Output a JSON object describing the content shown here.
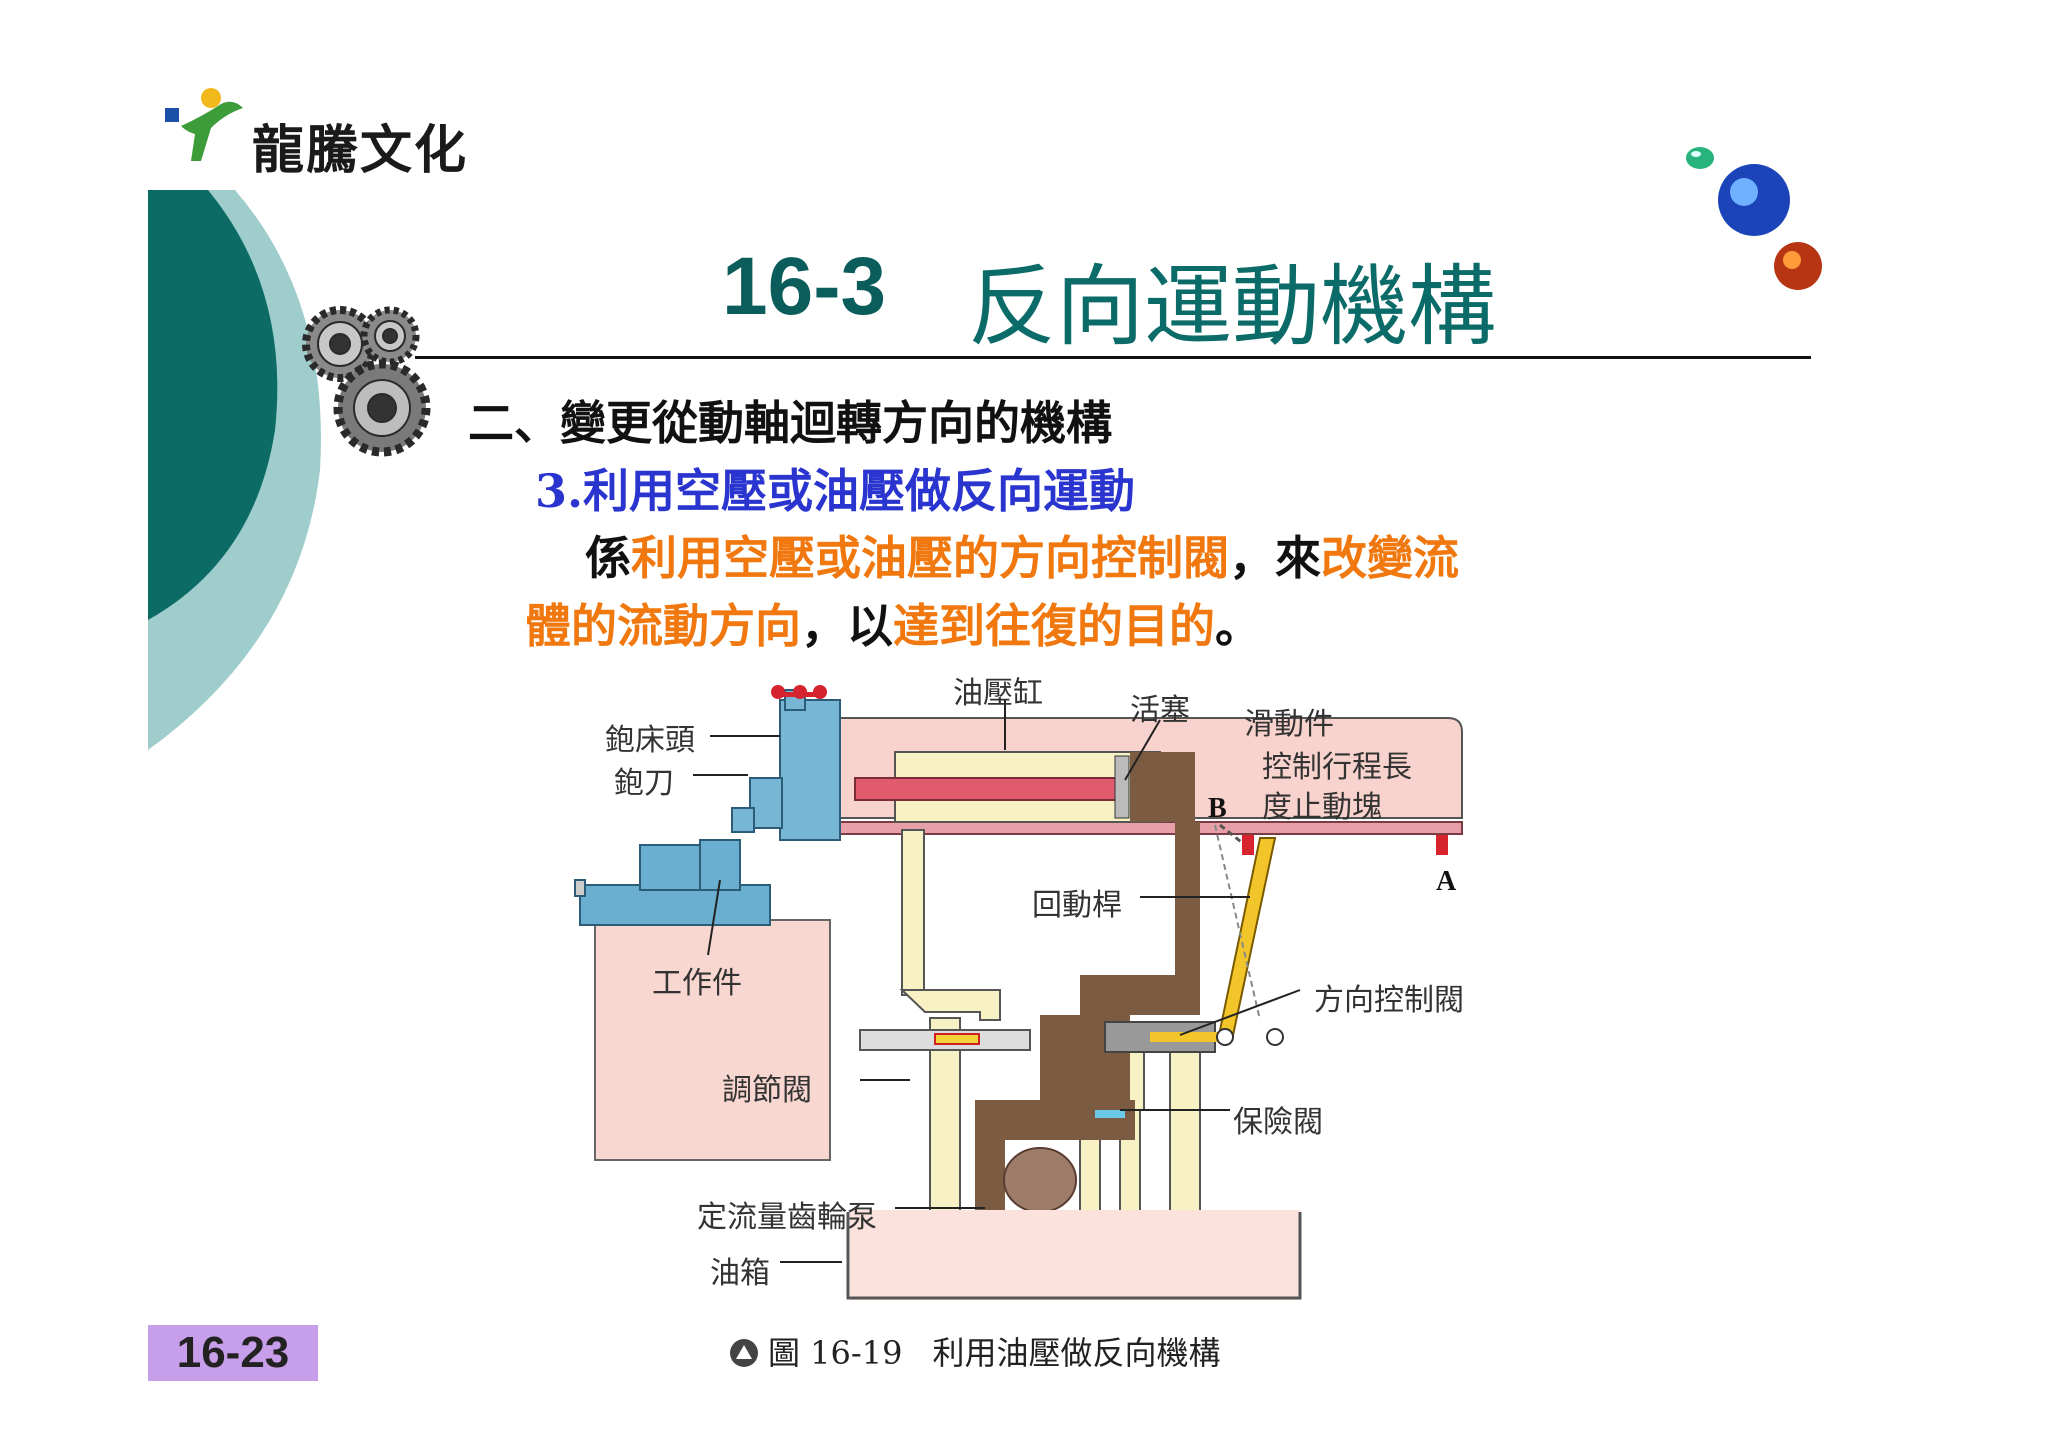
{
  "logo": {
    "text": "龍騰文化"
  },
  "title": {
    "number": "16-3",
    "text": "反向運動機構"
  },
  "body": {
    "line1": "二、變更從動軸迴轉方向的機構",
    "line2": "3.利用空壓或油壓做反向運動",
    "line3": [
      {
        "text": "係",
        "style": "k"
      },
      {
        "text": "利用空壓或油壓的方向控制閥",
        "style": "o"
      },
      {
        "text": "，來",
        "style": "k"
      },
      {
        "text": "改變流",
        "style": "o"
      }
    ],
    "line4": [
      {
        "text": "體的流動方向",
        "style": "o"
      },
      {
        "text": "，以",
        "style": "k"
      },
      {
        "text": "達到往復的目的",
        "style": "o"
      },
      {
        "text": "。",
        "style": "k"
      }
    ]
  },
  "diagram": {
    "labels": {
      "planer_head": "鉋床頭",
      "cutter": "鉋刀",
      "cylinder": "油壓缸",
      "piston": "活塞",
      "slider": "滑動件",
      "stroke_block": "控制行程長",
      "stroke_block_2": "度止動塊",
      "point_b": "B",
      "point_a": "A",
      "return_rod": "回動桿",
      "workpiece": "工作件",
      "direction_valve": "方向控制閥",
      "throttle_valve": "調節閥",
      "safety_valve": "保險閥",
      "gear_pump": "定流量齒輪泵",
      "oil_tank": "油箱"
    }
  },
  "caption": {
    "figure": "圖 16-19",
    "text": "利用油壓做反向機構"
  },
  "page_number": "16-23",
  "colors": {
    "title": "#0b5d5c",
    "section": "#2a35cf",
    "highlight": "#f0780f",
    "page_badge": "#c79ee9",
    "deco_dark": "#0d6b66",
    "deco_light": "#9fcdcc"
  }
}
